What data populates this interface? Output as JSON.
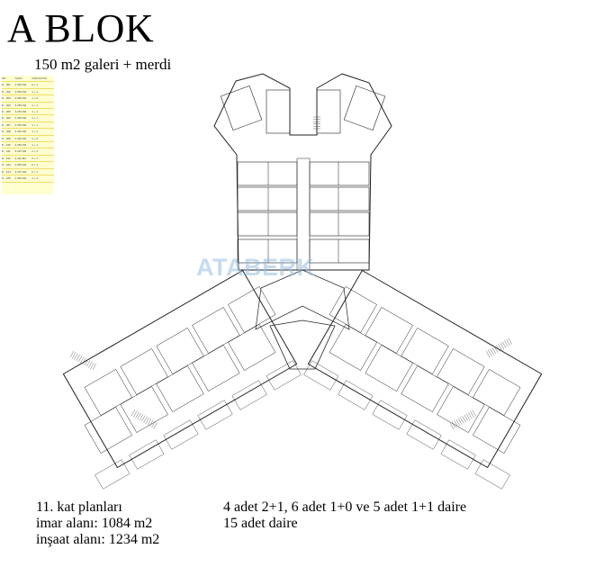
{
  "header": {
    "title": "A BLOK",
    "subtitle": "150 m2 galeri + merdi"
  },
  "legend": {
    "headers": [
      "NO",
      "ALAN",
      "ODA SAYISI"
    ],
    "rows": [
      [
        "D - 201",
        "4.354 M2",
        "2 + 1"
      ],
      [
        "D - 202",
        "4.254 M2",
        "1 + 1"
      ],
      [
        "D - 203",
        "4.284 M2",
        "1 + 0"
      ],
      [
        "D - 204",
        "4.253 M2",
        "1 + 1"
      ],
      [
        "D - 205",
        "4.254 M2",
        "1 + 1"
      ],
      [
        "D - 206",
        "4.353 M2",
        "1 + 1"
      ],
      [
        "D - 207",
        "4.354 M2",
        "1 + 1"
      ],
      [
        "D - 208",
        "4.354 M2",
        "1 + 1"
      ],
      [
        "D - 209",
        "4.354 M2",
        "1 + 0"
      ],
      [
        "D - 210",
        "4.354 M2",
        "1 + 1"
      ],
      [
        "D - 211",
        "4.187 M2",
        "2 + 1"
      ],
      [
        "D - 212",
        "4.116 M2",
        "2 + 1"
      ],
      [
        "D - 213",
        "4.353 M2",
        "2 + 1"
      ],
      [
        "D - 214",
        "4.157 M2",
        "2 + 1"
      ],
      [
        "D - 215",
        "4.353 M2",
        "1 + 0"
      ]
    ]
  },
  "plan": {
    "watermark": "ATABERK"
  },
  "footer": {
    "floor_label": "11. kat planları",
    "zoning_area": "imar alanı: 1084 m2",
    "construction_area": "inşaat alanı: 1234 m2",
    "unit_mix": "4 adet 2+1, 6 adet 1+0 ve 5 adet 1+1 daire",
    "unit_total": "15 adet daire"
  },
  "colors": {
    "background": "#ffffff",
    "legend_bg": "#ffffd0",
    "line": "#222222",
    "watermark": "#96bee1"
  }
}
